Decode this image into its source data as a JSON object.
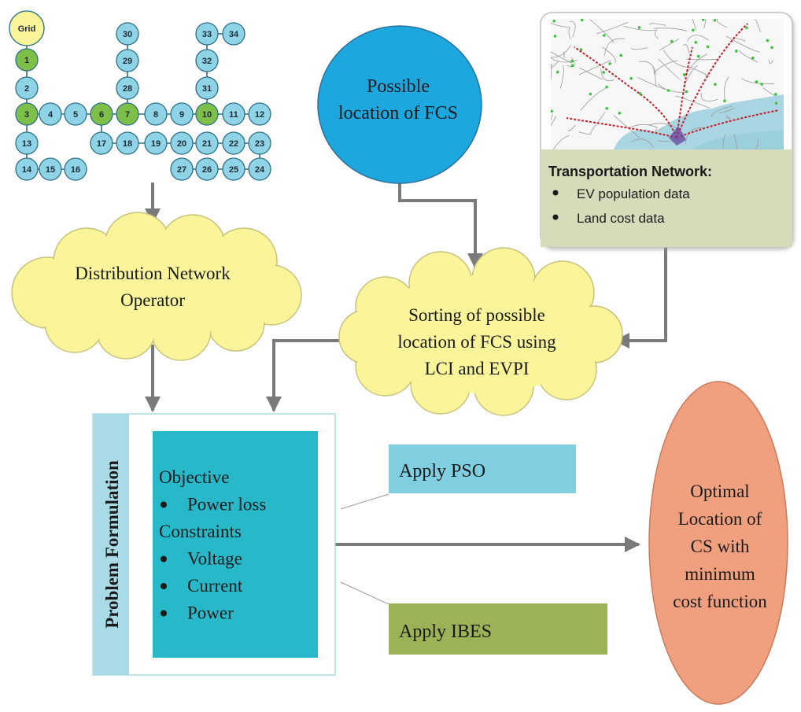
{
  "grid_network": {
    "grid_label": "Grid",
    "nodes": [
      "1",
      "2",
      "3",
      "4",
      "5",
      "6",
      "7",
      "8",
      "9",
      "10",
      "11",
      "12",
      "13",
      "14",
      "15",
      "16",
      "17",
      "18",
      "19",
      "20",
      "21",
      "22",
      "23",
      "24",
      "25",
      "26",
      "27",
      "28",
      "29",
      "30",
      "31",
      "32",
      "33",
      "34"
    ],
    "highlighted_nodes": [
      "1",
      "3",
      "6",
      "7",
      "10"
    ]
  },
  "possible_location": {
    "line1": "Possible",
    "line2": "location of FCS"
  },
  "transport": {
    "title": "Transportation Network:",
    "items": [
      "EV population data",
      "Land cost data"
    ]
  },
  "dno": {
    "line1": "Distribution Network",
    "line2": "Operator"
  },
  "sorting": {
    "line1": "Sorting of possible",
    "line2": "location of FCS using",
    "line3": "LCI and EVPI"
  },
  "problem": {
    "vertical_label": "Problem Formulation",
    "lines": [
      {
        "text": "Objective",
        "bullet": false
      },
      {
        "text": "Power loss",
        "bullet": true
      },
      {
        "text": "Constraints",
        "bullet": false
      },
      {
        "text": "Voltage",
        "bullet": true
      },
      {
        "text": "Current",
        "bullet": true
      },
      {
        "text": "Power",
        "bullet": true
      }
    ]
  },
  "apply_pso": "Apply PSO",
  "apply_ibes": "Apply IBES",
  "optimal": {
    "line1": "Optimal",
    "line2": "Location of",
    "line3": "CS with",
    "line4": "minimum",
    "line5": "cost function"
  },
  "colors": {
    "node_fill": "#8fd3e6",
    "node_highlight": "#7ebf4a",
    "grid_fill": "#faf59a",
    "cloud_fill": "#faf59a",
    "ellipse_blue": "#1ca7df",
    "teal_box": "#27b9c9",
    "pso_box": "#80cfe1",
    "ibes_box": "#9bb257",
    "ellipse_orange": "#f0a07f",
    "arrow": "#7a7a7a",
    "transport_panel": "#d4dcb9"
  }
}
